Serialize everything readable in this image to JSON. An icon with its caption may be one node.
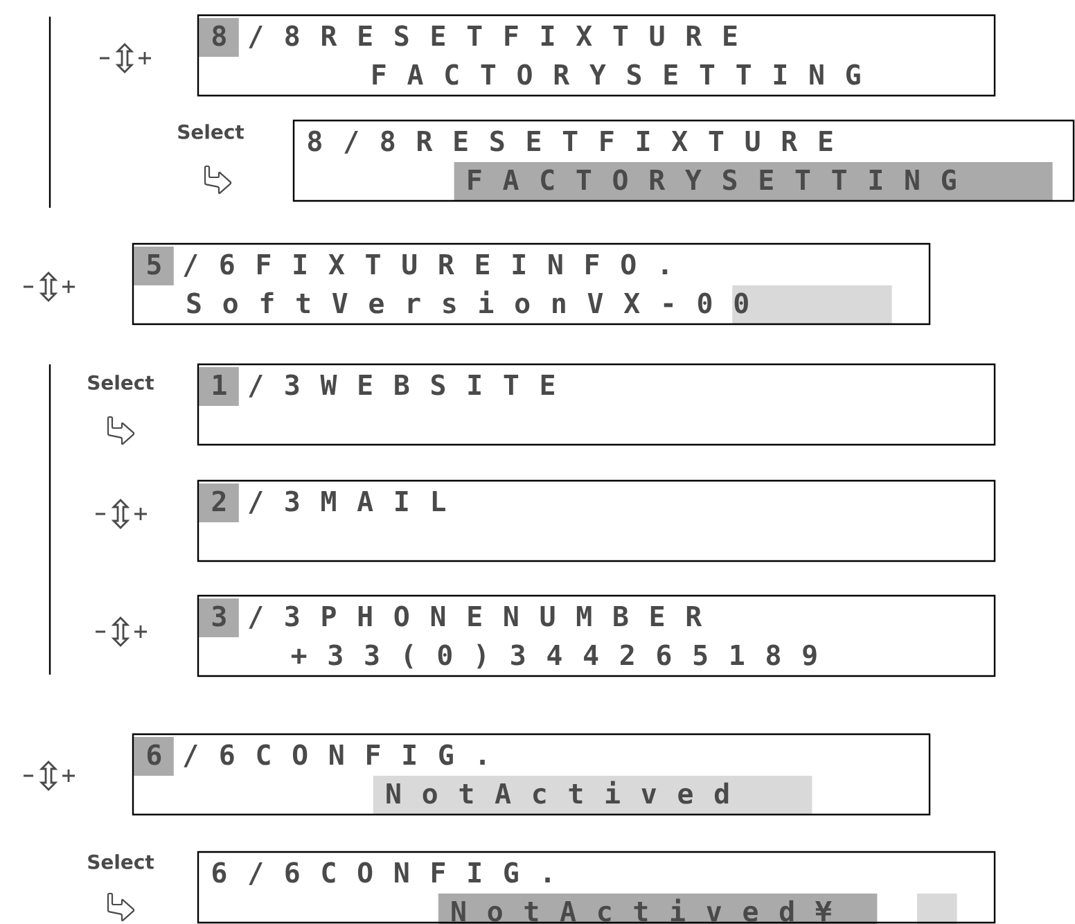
{
  "diagram": {
    "nodes": [
      {
        "text": [
          "8 / 8   R E S E T   F I X T U R E",
          "F A C T O R Y   S E T T I N G"
        ]
      },
      {
        "text": [
          "8 / 8   R E S E T   F I X T U R E",
          "F A C T O R Y   S E T T I N G"
        ]
      },
      {
        "text": [
          "5 / 6   F I X T U R E   I N F O .",
          "S o f t   V e r s i o n   V X - 0 0"
        ]
      },
      {
        "text": [
          "1 / 3   W E B   S I T E"
        ]
      },
      {
        "text": [
          "2 / 3   M A I L"
        ]
      },
      {
        "text": [
          "3 / 3   P H O N E   N U M B E R",
          "+ 3 3 ( 0 ) 3 4 4 2 6 5 1 8 9"
        ]
      },
      {
        "text": [
          "6 / 6   C O N F I G .",
          "N o t   A c t i v e d"
        ]
      },
      {
        "text": [
          "6 / 6   C O N F I G .",
          "N o t   A c t i v e d   ¥"
        ]
      }
    ],
    "labels": [
      "Select",
      "Select",
      "Select"
    ]
  }
}
